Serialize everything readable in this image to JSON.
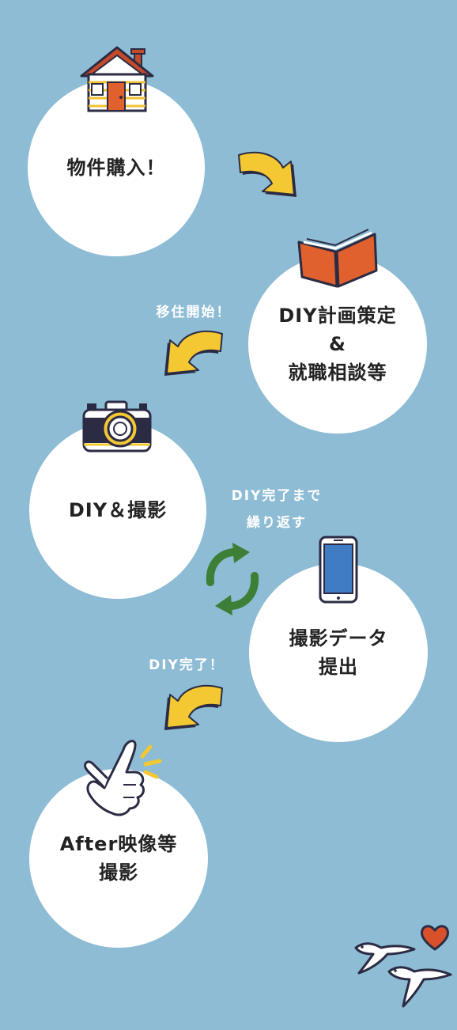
{
  "background_color": "#8dbcd4",
  "accent_colors": {
    "arrow": "#f3c832",
    "cycle": "#3d7f37",
    "book": "#e0612e"
  },
  "steps": [
    {
      "line1": "物件購入！",
      "line2": "",
      "line3": "",
      "icon": "house-icon"
    },
    {
      "line1": "DIY計画策定",
      "line2": "&",
      "line3": "就職相談等",
      "icon": "book-icon"
    },
    {
      "line1": "DIY＆撮影",
      "line2": "",
      "line3": "",
      "icon": "camera-icon"
    },
    {
      "line1": "撮影データ",
      "line2": "提出",
      "line3": "",
      "icon": "smartphone-icon"
    },
    {
      "line1": "After映像等",
      "line2": "撮影",
      "line3": "",
      "icon": "pointing-hand-icon"
    }
  ],
  "notes": {
    "move_in": "移住開始！",
    "repeat_line1": "DIY完了まで",
    "repeat_line2": "繰り返す",
    "diy_done": "DIY完了！"
  },
  "decorations": [
    "arrow-icon",
    "cycle-arrows-icon",
    "bird-icon",
    "heart-icon"
  ]
}
